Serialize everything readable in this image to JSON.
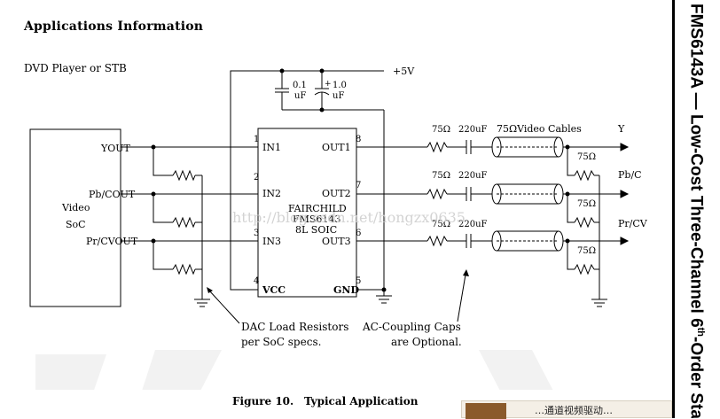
{
  "header": {
    "title": "Applications Information"
  },
  "subheading": "DVD Player or STB",
  "side_title": {
    "text": "FMS6143A — Low-Cost Three-Channel 6",
    "superscript": "th",
    "suffix": "-Order Sta"
  },
  "circuit": {
    "soc_labels": [
      "Video",
      "SoC"
    ],
    "outputs": [
      "YOUT",
      "Pb/COUT",
      "Pr/CVOUT"
    ],
    "chip": {
      "name": "FAIRCHILD",
      "part": "FMS6143",
      "package": "8L SOIC",
      "pins_left": [
        "IN1",
        "IN2",
        "IN3",
        "VCC"
      ],
      "pins_right": [
        "OUT1",
        "OUT2",
        "OUT3",
        "GND"
      ],
      "pin_numbers_left": [
        "1",
        "2",
        "3",
        "4"
      ],
      "pin_numbers_right": [
        "8",
        "7",
        "6",
        "5"
      ]
    },
    "supply": "+5V",
    "caps": {
      "c1": [
        "0.1",
        "uF"
      ],
      "c2": [
        "1.0",
        "uF"
      ],
      "plus": "+"
    },
    "series_resistor": "75Ω",
    "coupling_cap": "220uF",
    "cable_label": "75ΩVideo Cables",
    "termination": "75Ω",
    "channel_outputs": [
      "Y",
      "Pb/C",
      "Pr/CV"
    ],
    "annotations": {
      "dac": [
        "DAC Load Resistors",
        "per SoC specs."
      ],
      "ac": [
        "AC-Coupling Caps",
        "are Optional."
      ]
    }
  },
  "figure": {
    "number": "Figure 10.",
    "title": "Typical Application"
  },
  "watermark": "http://blog.csdn.net/hongzx0635",
  "ad": {
    "text": "…通道视频驱动…"
  },
  "colors": {
    "line": "#000000",
    "watermark": "#cfcfcf",
    "bg_shape": "#f2f2f2"
  }
}
